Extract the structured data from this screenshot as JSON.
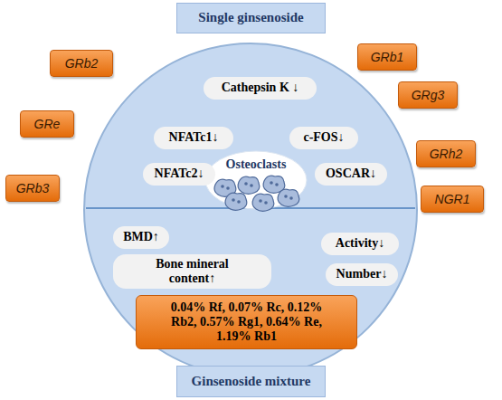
{
  "diagram": {
    "nodes": [
      {
        "text": [
          "Single ginsenoside"
        ]
      },
      {
        "text": [
          "GRb2"
        ]
      },
      {
        "text": [
          "GRb1"
        ]
      },
      {
        "text": [
          "Cathepsin K ↓"
        ]
      },
      {
        "text": [
          "GRg3"
        ]
      },
      {
        "text": [
          "NFATc1↓"
        ]
      },
      {
        "text": [
          "c-FOS↓"
        ]
      },
      {
        "text": [
          "GRe"
        ]
      },
      {
        "text": [
          "Osteoclasts"
        ]
      },
      {
        "text": [
          "NFATc2↓"
        ]
      },
      {
        "text": [
          "OSCAR↓"
        ]
      },
      {
        "text": [
          "GRh2"
        ]
      },
      {
        "text": [
          "GRb3"
        ]
      },
      {
        "text": [
          "NGR1"
        ]
      },
      {
        "text": [
          "BMD↑"
        ]
      },
      {
        "text": [
          "Activity↓"
        ]
      },
      {
        "text": [
          "Bone mineral content↑"
        ]
      },
      {
        "text": [
          "Number↓"
        ]
      },
      {
        "text": [
          "0.04% Rf, 0.07% Rc, 0.12% Rb2, 0.57% Rg1, 0.64% Re, 1.19% Rb1"
        ]
      },
      {
        "text": [
          "Ginsenoside mixture"
        ]
      }
    ]
  }
}
